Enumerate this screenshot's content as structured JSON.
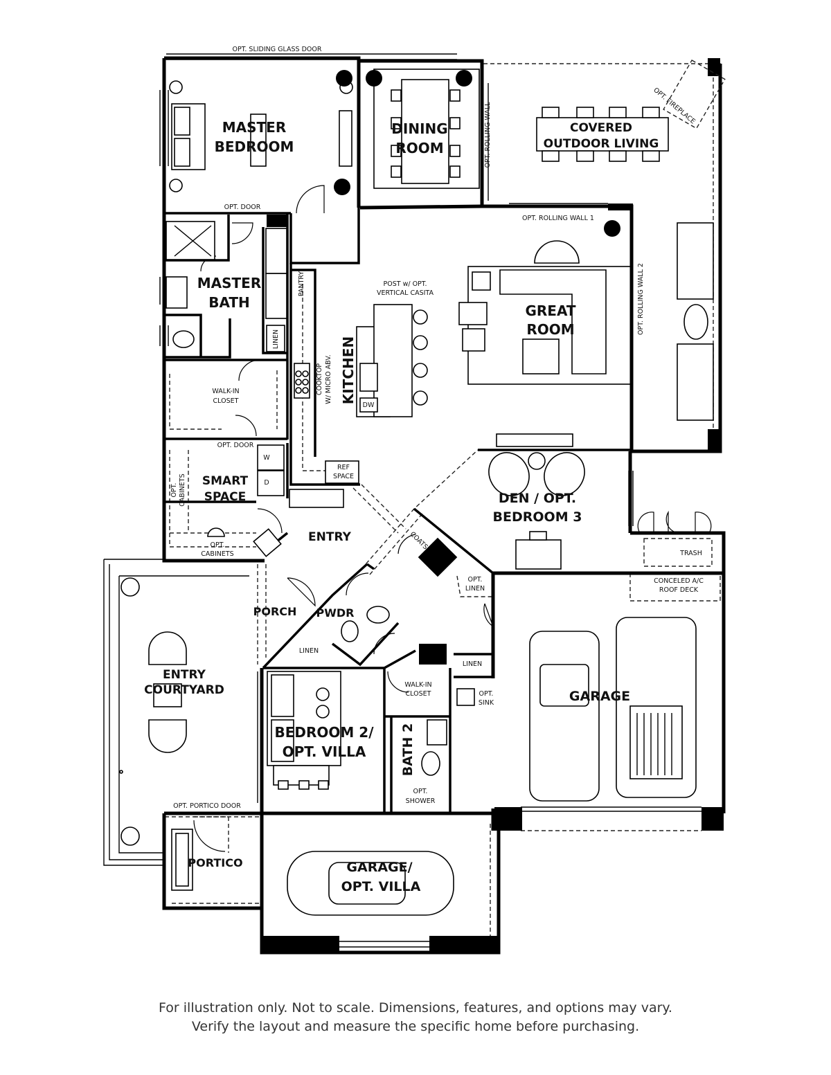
{
  "plan": {
    "rooms": {
      "master_bedroom": [
        "MASTER",
        "BEDROOM"
      ],
      "dining_room": [
        "DINING",
        "ROOM"
      ],
      "covered_outdoor": [
        "COVERED",
        "OUTDOOR LIVING"
      ],
      "master_bath": [
        "MASTER",
        "BATH"
      ],
      "kitchen": "KITCHEN",
      "great_room": [
        "GREAT",
        "ROOM"
      ],
      "smart_space": [
        "SMART",
        "SPACE"
      ],
      "entry": "ENTRY",
      "den": [
        "DEN / OPT.",
        "BEDROOM 3"
      ],
      "porch": "PORCH",
      "pwdr": "PWDR",
      "entry_courtyard": [
        "ENTRY",
        "COURTYARD"
      ],
      "bedroom2": [
        "BEDROOM 2/",
        "OPT. VILLA"
      ],
      "bath2": "BATH 2",
      "garage": "GARAGE",
      "portico": "PORTICO",
      "garage_villa": [
        "GARAGE/",
        "OPT. VILLA"
      ]
    },
    "labels": {
      "opt_sliding_glass_door": "OPT. SLIDING GLASS DOOR",
      "opt_rolling_wall": "OPT. ROLLING WALL",
      "opt_fireplace": "OPT. FIREPLACE",
      "opt_door_master": "OPT. DOOR",
      "opt_rolling_wall_1": "OPT. ROLLING WALL 1",
      "opt_rolling_wall_2": "OPT. ROLLING WALL 2",
      "post_casita": [
        "POST w/ OPT.",
        "VERTICAL CASITA"
      ],
      "pantry": "PANTRY",
      "linen_bath": "LINEN",
      "walk_in_closet": [
        "WALK-IN",
        "CLOSET"
      ],
      "cooktop": [
        "COOKTOP",
        "W/ MICRO ABV."
      ],
      "dw": "DW",
      "opt_door_smart": "OPT. DOOR",
      "washer": "W",
      "dryer": "D",
      "opt_cabinets_side": [
        "OPT.",
        "CABINETS"
      ],
      "opt_cabinets_bottom": [
        "OPT.",
        "CABINETS"
      ],
      "ref_space": [
        "REF",
        "SPACE"
      ],
      "coats": "COATS",
      "opt_linen": [
        "OPT.",
        "LINEN"
      ],
      "trash": "TRASH",
      "conceled_ac": [
        "CONCELED A/C",
        "ROOF DECK"
      ],
      "linen_pwdr": "LINEN",
      "linen_hall": "LINEN",
      "walk_in_closet2": [
        "WALK-IN",
        "CLOSET"
      ],
      "opt_sink": [
        "OPT.",
        "SINK"
      ],
      "opt_shower": [
        "OPT.",
        "SHOWER"
      ],
      "opt_portico_door": "OPT. PORTICO DOOR"
    }
  },
  "disclaimer": {
    "line1": "For illustration only. Not to scale. Dimensions, features, and options may vary.",
    "line2": "Verify the layout and measure the specific home before purchasing."
  }
}
